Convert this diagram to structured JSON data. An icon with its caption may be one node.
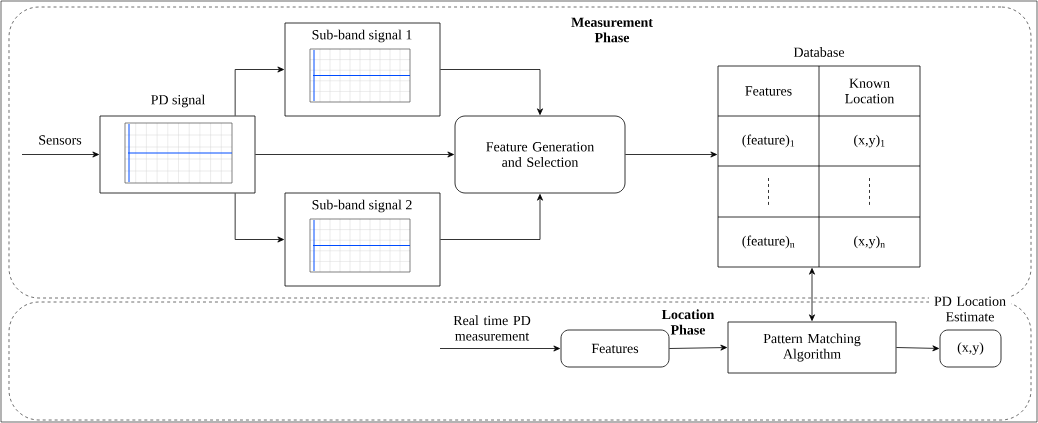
{
  "diagram": {
    "nodes": [
      {
        "text": [
          "Measurement Phase"
        ]
      },
      {
        "text": [
          "Location Phase"
        ]
      },
      {
        "text": [
          "PD signal"
        ],
        "in": 0
      },
      {
        "text": [
          "Sub-band signal 1"
        ],
        "in": 0
      },
      {
        "text": [
          "Sub-band signal 2"
        ],
        "in": 0
      },
      {
        "text": [
          "Feature Generation and Selection"
        ],
        "in": 0
      },
      {
        "text": [
          "Database",
          "Features",
          "Known Location",
          "(feature)$_{1}$",
          "(x,y)$_{1}$",
          "(feature)$_{n}$",
          "(x,y)$_{n}$"
        ],
        "in": 0
      },
      {
        "text": [
          "Features"
        ],
        "in": 1
      },
      {
        "text": [
          "Pattern Matching Algorithm"
        ],
        "in": 1
      },
      {
        "text": [
          "PD Location Estimate",
          "(x,y)"
        ],
        "in": 1
      }
    ],
    "edges": [
      {
        "from": null,
        "to": 2,
        "arrow": "to",
        "label": "Sensors"
      },
      {
        "from": 2,
        "to": 3,
        "arrow": "to"
      },
      {
        "from": 2,
        "to": 5,
        "arrow": "to"
      },
      {
        "from": 2,
        "to": 4,
        "arrow": "to"
      },
      {
        "from": 3,
        "to": 5,
        "arrow": "to"
      },
      {
        "from": 4,
        "to": 5,
        "arrow": "to"
      },
      {
        "from": 5,
        "to": 6,
        "arrow": "to"
      },
      {
        "from": 6,
        "to": 8,
        "arrow": "both"
      },
      {
        "from": null,
        "to": 7,
        "arrow": "to",
        "label": "Real time PD measurement"
      },
      {
        "from": 7,
        "to": 8,
        "arrow": "to"
      },
      {
        "from": 8,
        "to": 9,
        "arrow": "to"
      }
    ]
  }
}
